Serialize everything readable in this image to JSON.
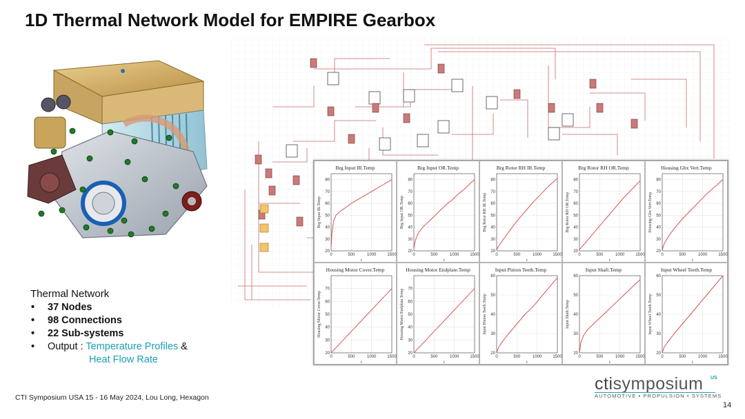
{
  "title": "1D Thermal Network Model for EMPIRE Gearbox",
  "summary": {
    "heading": "Thermal Network",
    "items": [
      "37 Nodes",
      "98 Connections",
      "22 Sub-systems"
    ],
    "output_label": "Output : ",
    "output_link1": "Temperature Profiles",
    "output_amp": " &",
    "output_link2": "Heat Flow Rate"
  },
  "footer": "CTI Symposium USA 15 - 16 May 2024, Lou Long, Hexagon",
  "logo": {
    "brand_cti": "cti",
    "brand_rest": "symposium",
    "region": "US",
    "tagline": "AUTOMOTIVE • PROPULSION • SYSTEMS"
  },
  "page_number": "14",
  "colors": {
    "accent": "#1aa0b4",
    "curve": "#d9534f"
  },
  "chart_data": [
    {
      "type": "line",
      "title": "Brg Input IR.Temp",
      "ylabel": "Brg Input IR.Temp",
      "xlabel": "t",
      "xlim": [
        0,
        1500
      ],
      "ylim": [
        20,
        85
      ],
      "xticks": [
        0,
        500,
        1000,
        1500
      ],
      "yticks": [
        20,
        30,
        40,
        50,
        60,
        70,
        80
      ],
      "x": [
        0,
        20,
        60,
        120,
        200,
        300,
        400,
        500,
        600,
        700,
        800,
        900,
        1000,
        1100,
        1200,
        1300,
        1400,
        1500
      ],
      "y": [
        23,
        35,
        45,
        50,
        52.5,
        55,
        57.5,
        60,
        62,
        64,
        66,
        68,
        70,
        72,
        74,
        76,
        78,
        80
      ]
    },
    {
      "type": "line",
      "title": "Brg Input OR.Temp",
      "ylabel": "Brg Input OR.Temp",
      "xlabel": "t",
      "xlim": [
        0,
        1500
      ],
      "ylim": [
        20,
        85
      ],
      "xticks": [
        0,
        500,
        1000,
        1500
      ],
      "yticks": [
        20,
        30,
        40,
        50,
        60,
        70,
        80
      ],
      "x": [
        0,
        30,
        80,
        150,
        250,
        350,
        500,
        650,
        800,
        950,
        1100,
        1250,
        1400,
        1500
      ],
      "y": [
        22,
        28,
        33,
        37,
        41,
        44,
        49,
        54,
        59,
        63,
        68,
        72,
        77,
        80
      ]
    },
    {
      "type": "line",
      "title": "Brg Rotor RH IR.Temp",
      "ylabel": "Brg Rotor RH IR.Temp",
      "xlabel": "t",
      "xlim": [
        0,
        1500
      ],
      "ylim": [
        20,
        85
      ],
      "xticks": [
        0,
        500,
        1000,
        1500
      ],
      "yticks": [
        20,
        30,
        40,
        50,
        60,
        70,
        80
      ],
      "x": [
        0,
        50,
        150,
        300,
        500,
        700,
        900,
        1100,
        1300,
        1500
      ],
      "y": [
        21,
        24,
        29,
        36,
        45,
        53,
        61,
        68,
        75,
        81
      ]
    },
    {
      "type": "line",
      "title": "Brg Rotor RH OR.Temp",
      "ylabel": "Brg Rotor RH OR.Temp",
      "xlabel": "t",
      "xlim": [
        0,
        1500
      ],
      "ylim": [
        20,
        85
      ],
      "xticks": [
        0,
        500,
        1000,
        1500
      ],
      "yticks": [
        20,
        30,
        40,
        50,
        60,
        70,
        80
      ],
      "x": [
        0,
        100,
        300,
        500,
        700,
        900,
        1100,
        1300,
        1500
      ],
      "y": [
        21,
        25,
        33,
        41,
        49,
        57,
        65,
        72,
        79
      ]
    },
    {
      "type": "line",
      "title": "Housing Gbx Vert.Temp",
      "ylabel": "Housing Gbx Vert.Temp",
      "xlabel": "t",
      "xlim": [
        0,
        1500
      ],
      "ylim": [
        20,
        85
      ],
      "xticks": [
        0,
        500,
        1000,
        1500
      ],
      "yticks": [
        20,
        30,
        40,
        50,
        60,
        70,
        80
      ],
      "x": [
        0,
        50,
        150,
        300,
        500,
        700,
        900,
        1100,
        1300,
        1500
      ],
      "y": [
        21,
        26,
        32,
        39,
        47,
        54,
        61,
        68,
        74,
        80
      ]
    },
    {
      "type": "line",
      "title": "Housing Motor Cover.Temp",
      "ylabel": "Housing Motor Cover.Temp",
      "xlabel": "t",
      "xlim": [
        0,
        1500
      ],
      "ylim": [
        20,
        80
      ],
      "xticks": [
        0,
        500,
        1000,
        1500
      ],
      "yticks": [
        20,
        30,
        40,
        50,
        60,
        70
      ],
      "x": [
        0,
        300,
        600,
        900,
        1200,
        1500
      ],
      "y": [
        20,
        30,
        40,
        50,
        60,
        70
      ]
    },
    {
      "type": "line",
      "title": "Housing Motor Endplate.Temp",
      "ylabel": "Housing Motor Endplate.Temp",
      "xlabel": "t",
      "xlim": [
        0,
        1500
      ],
      "ylim": [
        20,
        80
      ],
      "xticks": [
        0,
        500,
        1000,
        1500
      ],
      "yticks": [
        20,
        30,
        40,
        50,
        60,
        70
      ],
      "x": [
        0,
        300,
        600,
        900,
        1200,
        1500
      ],
      "y": [
        20,
        30,
        40,
        50,
        60,
        70
      ]
    },
    {
      "type": "line",
      "title": "Input Pinion Teeth.Temp",
      "ylabel": "Input Pinion Teeth.Temp",
      "xlabel": "t",
      "xlim": [
        0,
        1500
      ],
      "ylim": [
        20,
        60
      ],
      "xticks": [
        0,
        500,
        1000,
        1500
      ],
      "yticks": [
        20,
        30,
        40,
        50,
        60
      ],
      "x": [
        0,
        50,
        150,
        300,
        500,
        700,
        900,
        1100,
        1300,
        1500
      ],
      "y": [
        20,
        23,
        26,
        30,
        35,
        40,
        44,
        49,
        54,
        59
      ]
    },
    {
      "type": "line",
      "title": "Input Shaft.Temp",
      "ylabel": "Input Shaft.Temp",
      "xlabel": "t",
      "xlim": [
        0,
        1500
      ],
      "ylim": [
        20,
        60
      ],
      "xticks": [
        0,
        500,
        1000,
        1500
      ],
      "yticks": [
        20,
        30,
        40,
        50,
        60
      ],
      "x": [
        0,
        30,
        100,
        200,
        350,
        500,
        700,
        900,
        1100,
        1300,
        1500
      ],
      "y": [
        20,
        25,
        29,
        32,
        35,
        38,
        42,
        46,
        50,
        54,
        58
      ]
    },
    {
      "type": "line",
      "title": "Input Wheel Teeth.Temp",
      "ylabel": "Input Wheel Teeth.Temp",
      "xlabel": "t",
      "xlim": [
        0,
        1500
      ],
      "ylim": [
        20,
        60
      ],
      "xticks": [
        0,
        500,
        1000,
        1500
      ],
      "yticks": [
        20,
        30,
        40,
        50,
        60
      ],
      "x": [
        0,
        50,
        150,
        300,
        500,
        700,
        900,
        1100,
        1300,
        1500
      ],
      "y": [
        20,
        23,
        26,
        30,
        35,
        40,
        45,
        50,
        55,
        60
      ]
    }
  ]
}
